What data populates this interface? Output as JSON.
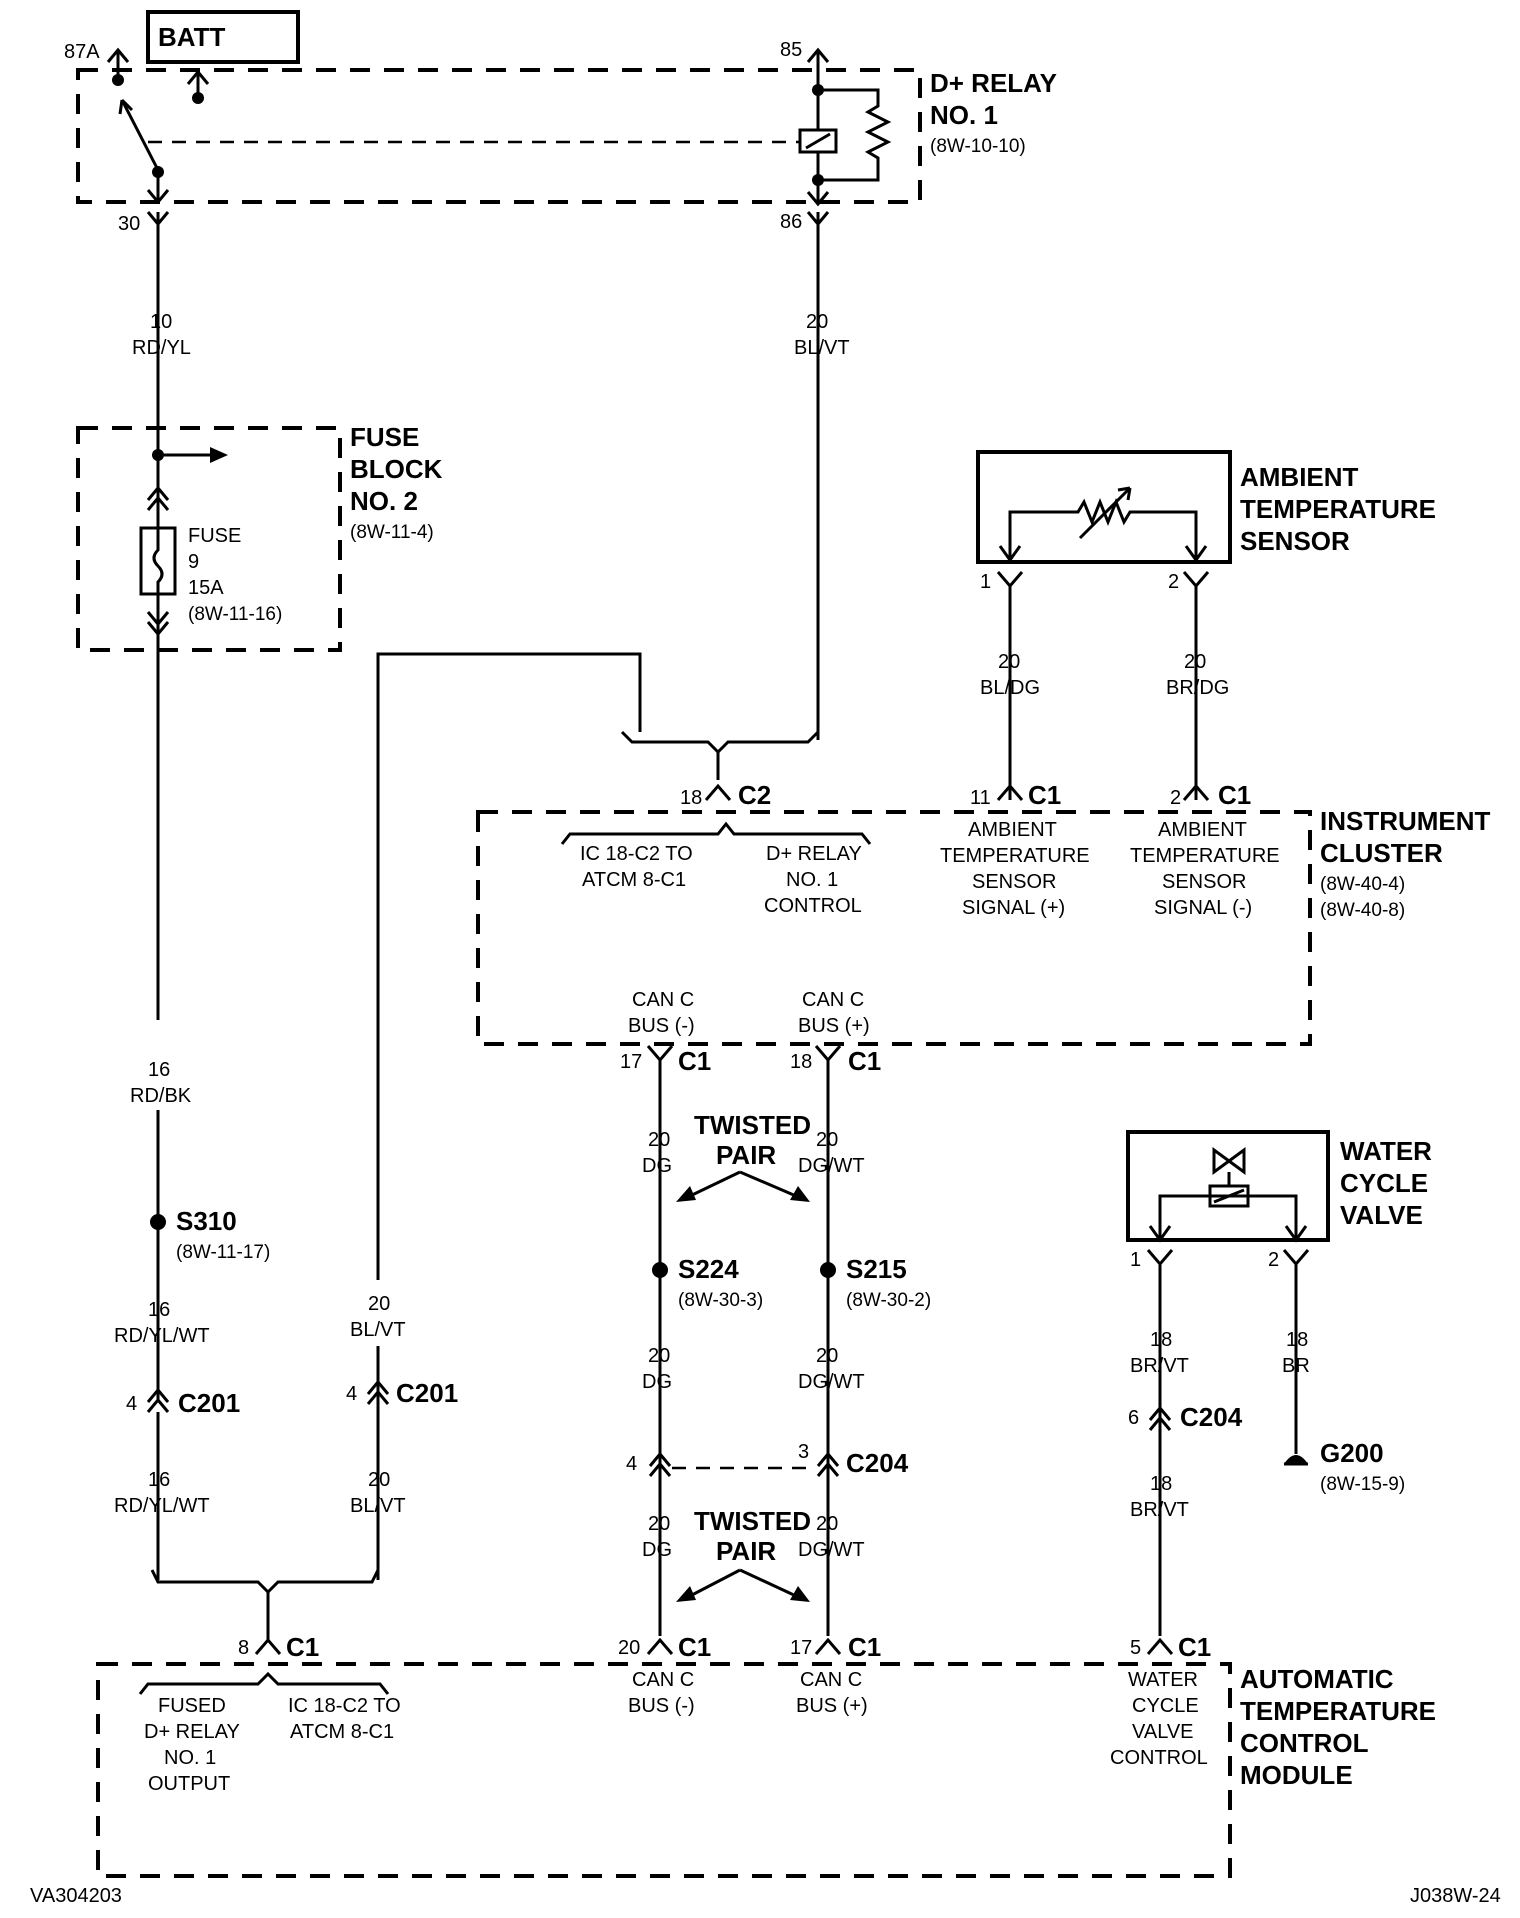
{
  "batt": {
    "label": "BATT"
  },
  "relay": {
    "name_line1": "D+ RELAY",
    "name_line2": "NO. 1",
    "ref": "(8W-10-10)",
    "pin_87a": "87A",
    "pin_85": "85",
    "pin_30": "30",
    "pin_86": "86"
  },
  "wires": {
    "w1": {
      "gauge": "10",
      "color": "RD/YL"
    },
    "w2": {
      "gauge": "20",
      "color": "BL/VT"
    },
    "w3": {
      "gauge": "16",
      "color": "RD/BK"
    },
    "w4": {
      "gauge": "16",
      "color": "RD/YL/WT"
    },
    "w5": {
      "gauge": "16",
      "color": "RD/YL/WT"
    },
    "w6": {
      "gauge": "20",
      "color": "BL/VT"
    },
    "w7": {
      "gauge": "20",
      "color": "BL/VT"
    },
    "w8": {
      "gauge": "20",
      "color": "BL/DG"
    },
    "w9": {
      "gauge": "20",
      "color": "BR/DG"
    },
    "w10": {
      "gauge": "20",
      "color": "DG"
    },
    "w11": {
      "gauge": "20",
      "color": "DG/WT"
    },
    "w12": {
      "gauge": "20",
      "color": "DG"
    },
    "w13": {
      "gauge": "20",
      "color": "DG/WT"
    },
    "w14": {
      "gauge": "20",
      "color": "DG"
    },
    "w15": {
      "gauge": "20",
      "color": "DG/WT"
    },
    "w16": {
      "gauge": "18",
      "color": "BR/VT"
    },
    "w17": {
      "gauge": "18",
      "color": "BR"
    },
    "w18": {
      "gauge": "18",
      "color": "BR/VT"
    }
  },
  "fuse_block": {
    "name_line1": "FUSE",
    "name_line2": "BLOCK",
    "name_line3": "NO. 2",
    "ref": "(8W-11-4)",
    "fuse_line1": "FUSE",
    "fuse_line2": "9",
    "fuse_line3": "15A",
    "fuse_ref": "(8W-11-16)"
  },
  "ambient_sensor": {
    "name_line1": "AMBIENT",
    "name_line2": "TEMPERATURE",
    "name_line3": "SENSOR",
    "pin1": "1",
    "pin2": "2"
  },
  "instrument_cluster": {
    "name_line1": "INSTRUMENT",
    "name_line2": "CLUSTER",
    "ref1": "(8W-40-4)",
    "ref2": "(8W-40-8)",
    "c2_pin": "18",
    "c2_name": "C2",
    "c1_pin_a": "11",
    "c1_name_a": "C1",
    "c1_pin_b": "2",
    "c1_name_b": "C1",
    "ic_line1": "IC 18-C2 TO",
    "ic_line2": "ATCM 8-C1",
    "dplus_line1": "D+ RELAY",
    "dplus_line2": "NO. 1",
    "dplus_line3": "CONTROL",
    "amb_pos_line1": "AMBIENT",
    "amb_pos_line2": "TEMPERATURE",
    "amb_pos_line3": "SENSOR",
    "amb_pos_line4": "SIGNAL (+)",
    "amb_neg_line1": "AMBIENT",
    "amb_neg_line2": "TEMPERATURE",
    "amb_neg_line3": "SENSOR",
    "amb_neg_line4": "SIGNAL (-)",
    "can_neg_line1": "CAN C",
    "can_neg_line2": "BUS (-)",
    "can_pos_line1": "CAN C",
    "can_pos_line2": "BUS (+)",
    "c1_pin_17": "17",
    "c1_name_17": "C1",
    "c1_pin_18": "18",
    "c1_name_18": "C1"
  },
  "twisted_pair_1": {
    "line1": "TWISTED",
    "line2": "PAIR"
  },
  "twisted_pair_2": {
    "line1": "TWISTED",
    "line2": "PAIR"
  },
  "splices": {
    "s310": {
      "name": "S310",
      "ref": "(8W-11-17)"
    },
    "s224": {
      "name": "S224",
      "ref": "(8W-30-3)"
    },
    "s215": {
      "name": "S215",
      "ref": "(8W-30-2)"
    }
  },
  "connectors": {
    "c201_a_pin": "4",
    "c201_a_name": "C201",
    "c201_b_pin": "4",
    "c201_b_name": "C201",
    "c204_a_pin": "4",
    "c204_b_pin": "3",
    "c204_b_name": "C204",
    "c204_c_pin": "6",
    "c204_c_name": "C204"
  },
  "water_valve": {
    "name_line1": "WATER",
    "name_line2": "CYCLE",
    "name_line3": "VALVE",
    "pin1": "1",
    "pin2": "2"
  },
  "ground": {
    "name": "G200",
    "ref": "(8W-15-9)"
  },
  "atcm": {
    "name_line1": "AUTOMATIC",
    "name_line2": "TEMPERATURE",
    "name_line3": "CONTROL",
    "name_line4": "MODULE",
    "c1_pin_8": "8",
    "c1_name_8": "C1",
    "c1_pin_20": "20",
    "c1_name_20": "C1",
    "c1_pin_17": "17",
    "c1_name_17": "C1",
    "c1_pin_5": "5",
    "c1_name_5": "C1",
    "fused_line1": "FUSED",
    "fused_line2": "D+ RELAY",
    "fused_line3": "NO. 1",
    "fused_line4": "OUTPUT",
    "ic_line1": "IC 18-C2 TO",
    "ic_line2": "ATCM 8-C1",
    "can_neg_line1": "CAN C",
    "can_neg_line2": "BUS (-)",
    "can_pos_line1": "CAN C",
    "can_pos_line2": "BUS (+)",
    "wcv_line1": "WATER",
    "wcv_line2": "CYCLE",
    "wcv_line3": "VALVE",
    "wcv_line4": "CONTROL"
  },
  "footer": {
    "left": "VA304203",
    "right": "J038W-24"
  }
}
